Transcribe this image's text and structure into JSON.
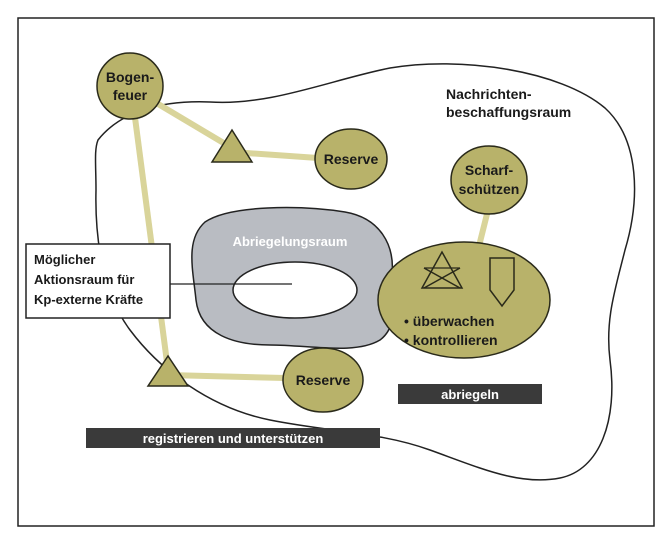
{
  "nodes": {
    "bogenfeuer": [
      "Bogen-",
      "feuer"
    ],
    "reserve_top": "Reserve",
    "reserve_bottom": "Reserve",
    "scharfschuetzen": [
      "Scharf-",
      "schützen"
    ],
    "control_items": [
      "• überwachen",
      "• kontrollieren"
    ]
  },
  "areas": {
    "nachrichtenbeschaffungsraum": [
      "Nachrichten-",
      "beschaffungsraum"
    ],
    "abriegelungsraum": "Abriegelungsraum"
  },
  "callout": {
    "lines": [
      "Möglicher",
      "Aktionsraum für",
      "Kp-externe Kräfte"
    ]
  },
  "bars": {
    "abriegeln": "abriegeln",
    "registrieren": "registrieren und unterstützen"
  },
  "colors": {
    "node_fill": "#b8b26a",
    "node_stroke": "#2a2a1a",
    "connector": "#d9d49a",
    "area_gray": "#b9bcc2",
    "bar_fill": "#3a3a3a"
  }
}
